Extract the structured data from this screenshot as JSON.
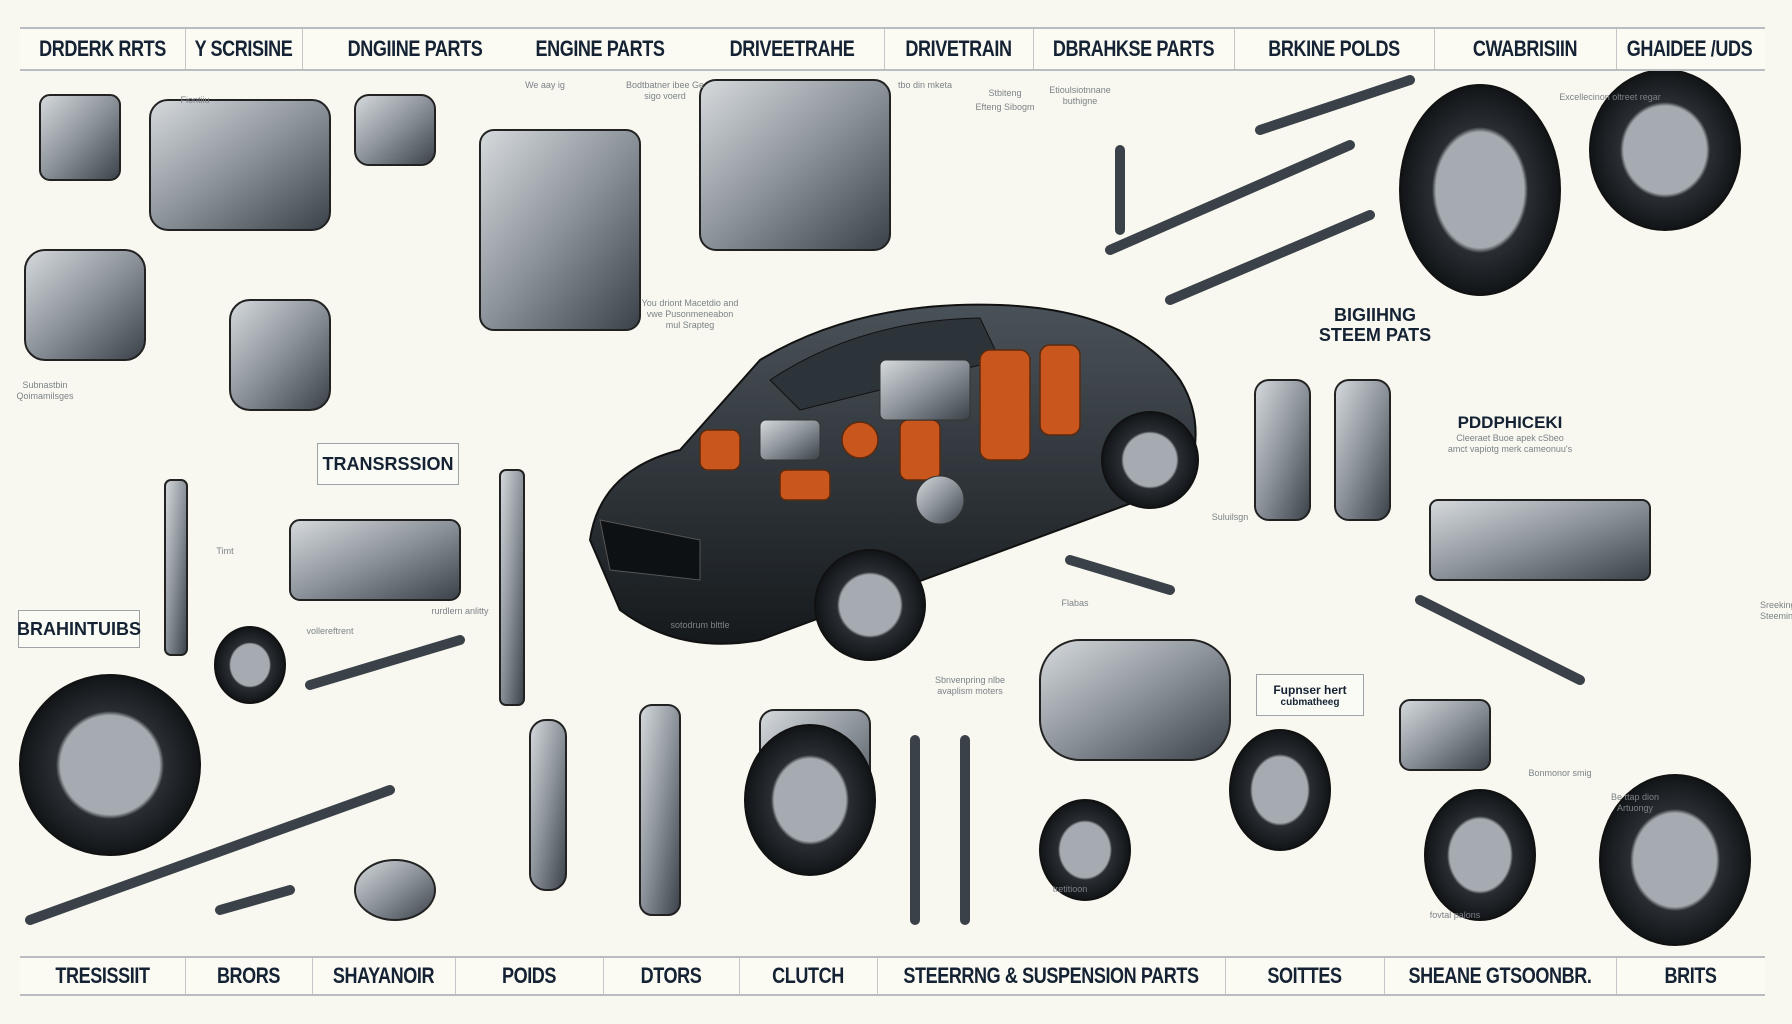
{
  "top_bar": [
    "DRDERK RRTS",
    "Y SCRISINE",
    "DNGIINE PARTS",
    "ENGINE PARTS",
    "DRIVEETRAHE",
    "DRIVETRAIN",
    "DBRAHKSE PARTS",
    "BRKINE POLDS",
    "CWABRISIIN",
    "GHAIDEE /UDS"
  ],
  "bottom_bar": [
    "TRESISSIIT",
    "BRORS",
    "SHAYANOIR",
    "POIDS",
    "DTORS",
    "CLUTCH",
    "STEERRNG & SUSPENSION PARTS",
    "SOITTES",
    "SHEANE GTSOONBR.",
    "BRITS"
  ],
  "labels": {
    "transmission": "TRANSRSSION",
    "brahintuibs": "BRAHINTUIBS",
    "steering_heading_1": "BIGIIHNG",
    "steering_heading_2": "STEEM PATS",
    "pddpriceki": "PDDPHICEKI",
    "pddpriceki_sub": "Cleeraet Buoe apek cSbeo",
    "pddpriceki_sub2": "amct vapiotg merk cameonuu's",
    "fupnser_1": "Fupnser hert",
    "fupnser_2": "cubmatheeg"
  },
  "captions": [
    "Fiontiiu",
    "We aay ig",
    "Bodtbatner ibee Ge sigo voerd",
    "tbo din mketa",
    "Stbiteng",
    "Efteng Sibogm",
    "Etioulsiotnnane buthigne",
    "Excellecinon oltreet regar",
    "You driont Macetdio and vwe Pusonmeneabon mul Srapteg",
    "Suluilsgn",
    "Subnastbin Qoimamilsges",
    "vollereftrent",
    "rurdlern anlitty",
    "Timt",
    "Sreeking Steeming",
    "Flabas",
    "sotodrum blttle",
    "Sbnvenpring nlbe avaplism moters",
    "Bonmonor smig",
    "Be ttap dion Artuongy",
    "fovtal palons",
    "tretitioon"
  ],
  "colors": {
    "ink": "#142233",
    "metal": "#8b9299",
    "car": "#1f2428",
    "accent": "#c8561d",
    "background": "#f8f8f0"
  }
}
